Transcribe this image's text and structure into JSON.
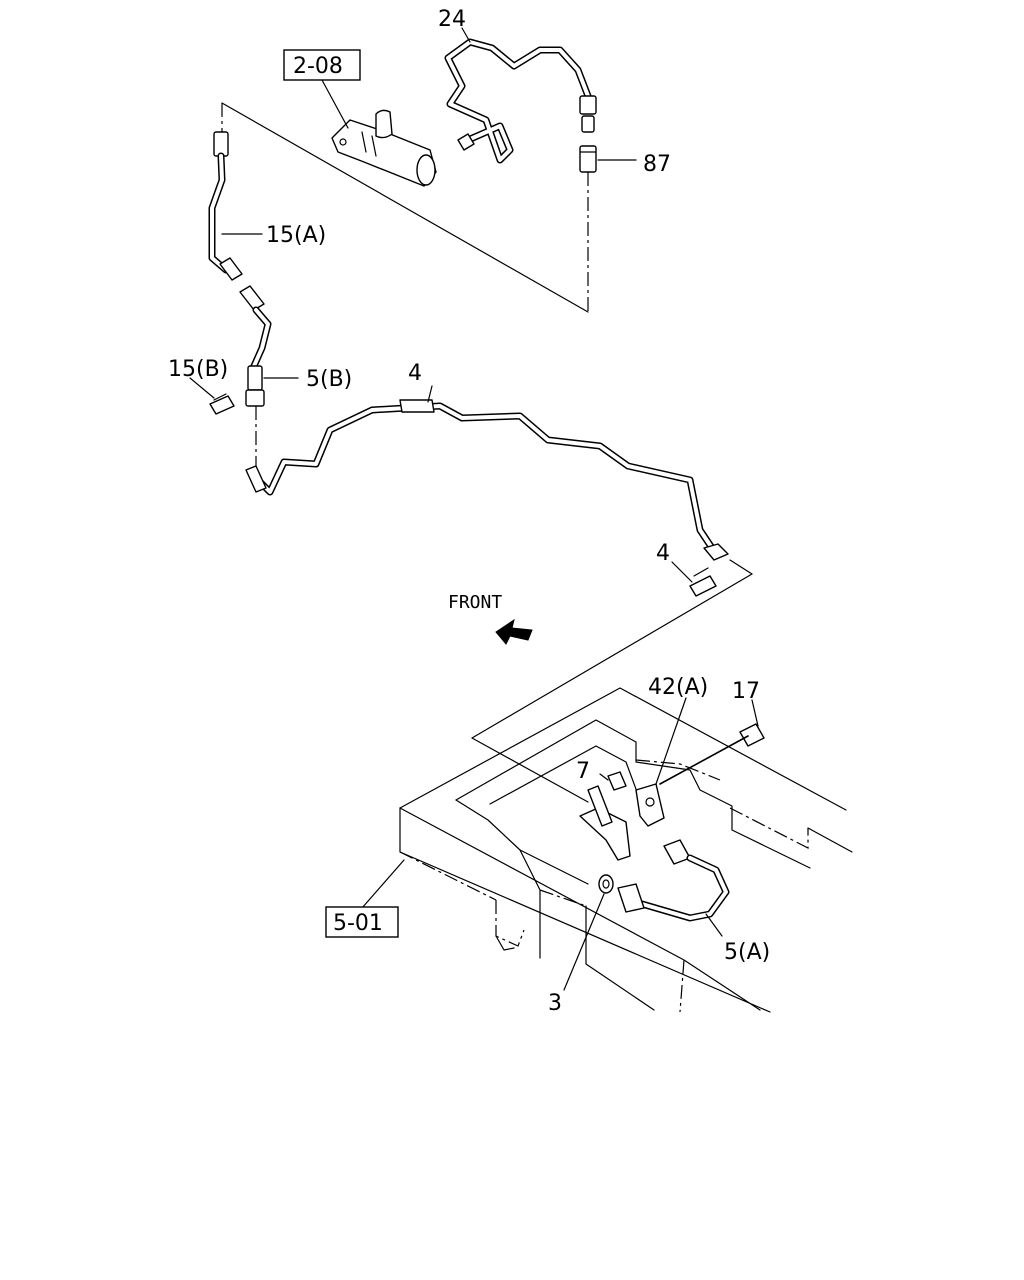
{
  "references": [
    {
      "id": "ref-2-08",
      "text": "2-08"
    },
    {
      "id": "ref-5-01",
      "text": "5-01"
    }
  ],
  "labels": [
    {
      "id": "lbl-24",
      "text": "24"
    },
    {
      "id": "lbl-87",
      "text": "87"
    },
    {
      "id": "lbl-15a",
      "text": "15(A)"
    },
    {
      "id": "lbl-5b",
      "text": "5(B)"
    },
    {
      "id": "lbl-15b",
      "text": "15(B)"
    },
    {
      "id": "lbl-4-upper",
      "text": "4"
    },
    {
      "id": "lbl-4-lower",
      "text": "4"
    },
    {
      "id": "lbl-42a",
      "text": "42(A)"
    },
    {
      "id": "lbl-17",
      "text": "17"
    },
    {
      "id": "lbl-7",
      "text": "7"
    },
    {
      "id": "lbl-5a",
      "text": "5(A)"
    },
    {
      "id": "lbl-3",
      "text": "3"
    }
  ],
  "direction": {
    "text": "FRONT"
  }
}
